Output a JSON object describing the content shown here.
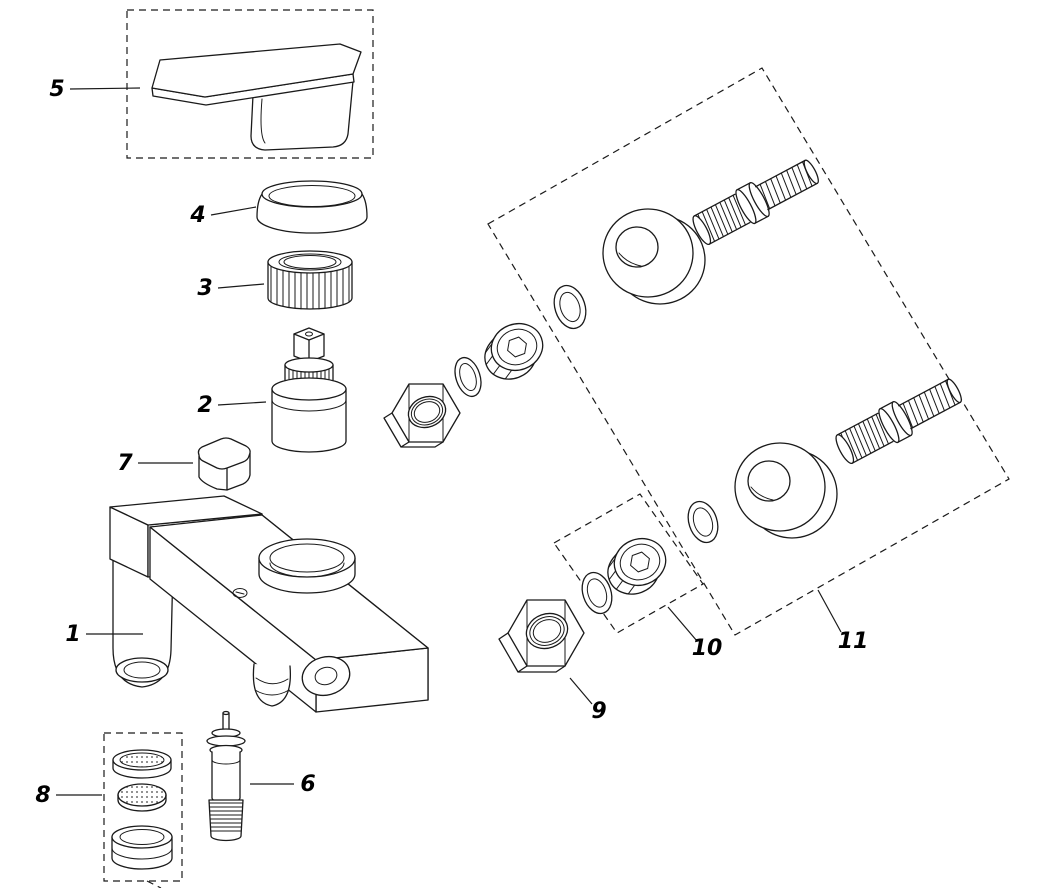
{
  "diagram": {
    "background": "#ffffff",
    "line_color": "#1a1a1a",
    "parts": [
      {
        "number": "1",
        "name": "tap-body"
      },
      {
        "number": "2",
        "name": "cartridge"
      },
      {
        "number": "3",
        "name": "retaining-nut"
      },
      {
        "number": "4",
        "name": "dome-cover"
      },
      {
        "number": "5",
        "name": "handle"
      },
      {
        "number": "6",
        "name": "diverter-cartridge"
      },
      {
        "number": "7",
        "name": "diverter-cap"
      },
      {
        "number": "8",
        "name": "aerator-assembly"
      },
      {
        "number": "9",
        "name": "union-nut"
      },
      {
        "number": "10",
        "name": "check-valve-set"
      },
      {
        "number": "11",
        "name": "wall-union-set"
      }
    ]
  }
}
